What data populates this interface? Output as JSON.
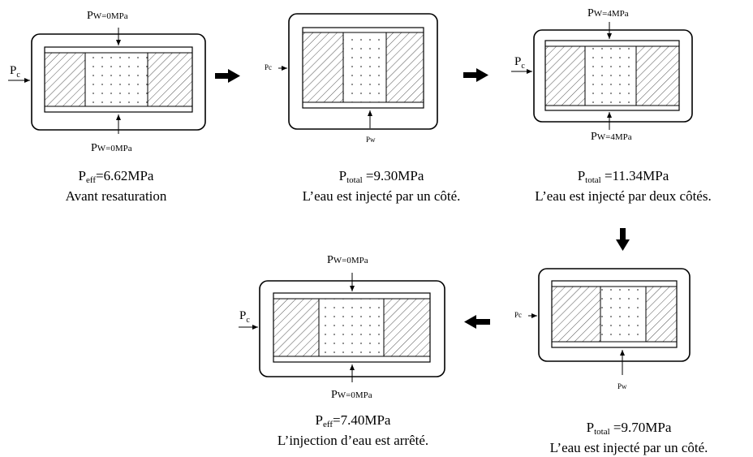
{
  "labels": {
    "pc": "P",
    "pc_sub": "c",
    "pw_0": "P",
    "pw_0_sub": "W=0MPa",
    "pw_4": "P",
    "pw_4_sub": "W=4MPa",
    "pw_small": "P",
    "pw_small_sub": "w"
  },
  "captions": [
    {
      "pressure_symbol": "P",
      "pressure_sub": "eff",
      "pressure_value": "=6.62MPa",
      "description": "Avant resaturation"
    },
    {
      "pressure_symbol": "P",
      "pressure_sub": "total",
      "pressure_value": " =9.30MPa",
      "description": "L’eau est injecté par un côté."
    },
    {
      "pressure_symbol": "P",
      "pressure_sub": "total",
      "pressure_value": " =11.34MPa",
      "description": "L’eau est injecté par deux côtés."
    },
    {
      "pressure_symbol": "P",
      "pressure_sub": "total",
      "pressure_value": " =9.70MPa",
      "description": "L’eau est injecté par un côté."
    },
    {
      "pressure_symbol": "P",
      "pressure_sub": "eff",
      "pressure_value": "=7.40MPa",
      "description": "L’injection d’eau est arrêté."
    }
  ],
  "colors": {
    "stroke": "#000000",
    "background": "#ffffff"
  }
}
